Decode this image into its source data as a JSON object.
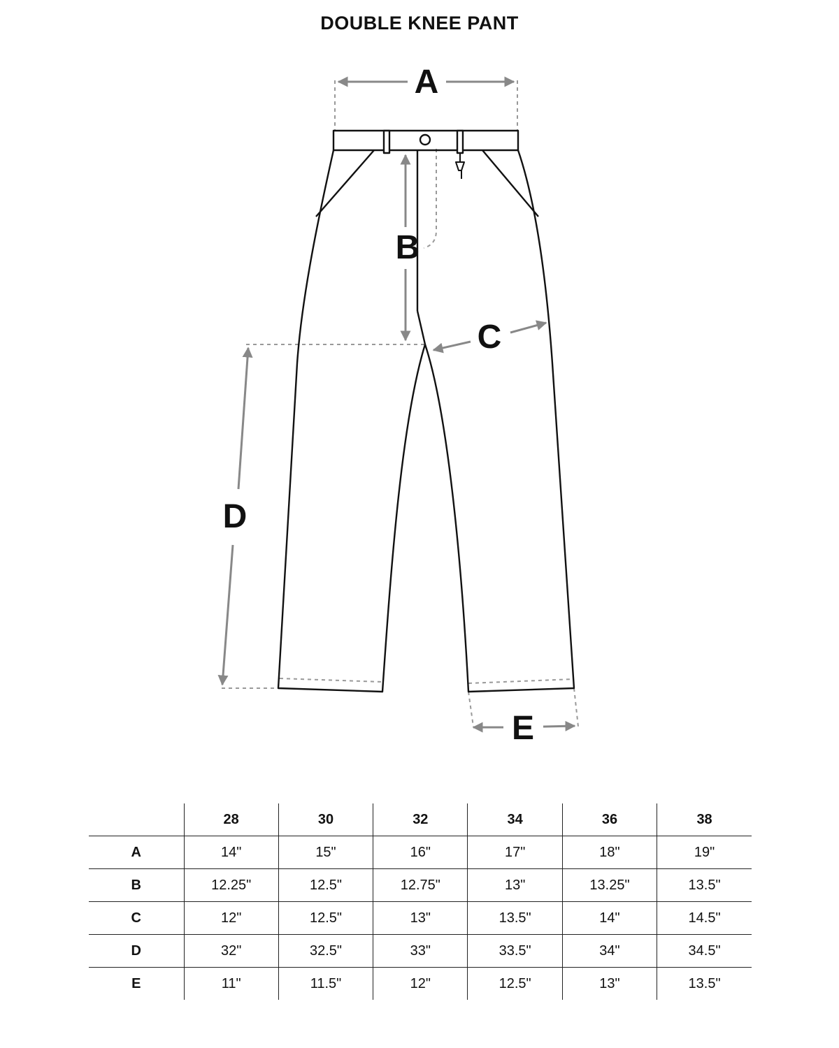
{
  "title": "DOUBLE KNEE PANT",
  "labels": {
    "A": "A",
    "B": "B",
    "C": "C",
    "D": "D",
    "E": "E"
  },
  "colors": {
    "outline": "#111111",
    "measure": "#888888",
    "guide": "#999999"
  },
  "table": {
    "columns": [
      "",
      "28",
      "30",
      "32",
      "34",
      "36",
      "38"
    ],
    "rows": [
      {
        "label": "A",
        "values": [
          "14\"",
          "15\"",
          "16\"",
          "17\"",
          "18\"",
          "19\""
        ]
      },
      {
        "label": "B",
        "values": [
          "12.25\"",
          "12.5\"",
          "12.75\"",
          "13\"",
          "13.25\"",
          "13.5\""
        ]
      },
      {
        "label": "C",
        "values": [
          "12\"",
          "12.5\"",
          "13\"",
          "13.5\"",
          "14\"",
          "14.5\""
        ]
      },
      {
        "label": "D",
        "values": [
          "32\"",
          "32.5\"",
          "33\"",
          "33.5\"",
          "34\"",
          "34.5\""
        ]
      },
      {
        "label": "E",
        "values": [
          "11\"",
          "11.5\"",
          "12\"",
          "12.5\"",
          "13\"",
          "13.5\""
        ]
      }
    ]
  }
}
